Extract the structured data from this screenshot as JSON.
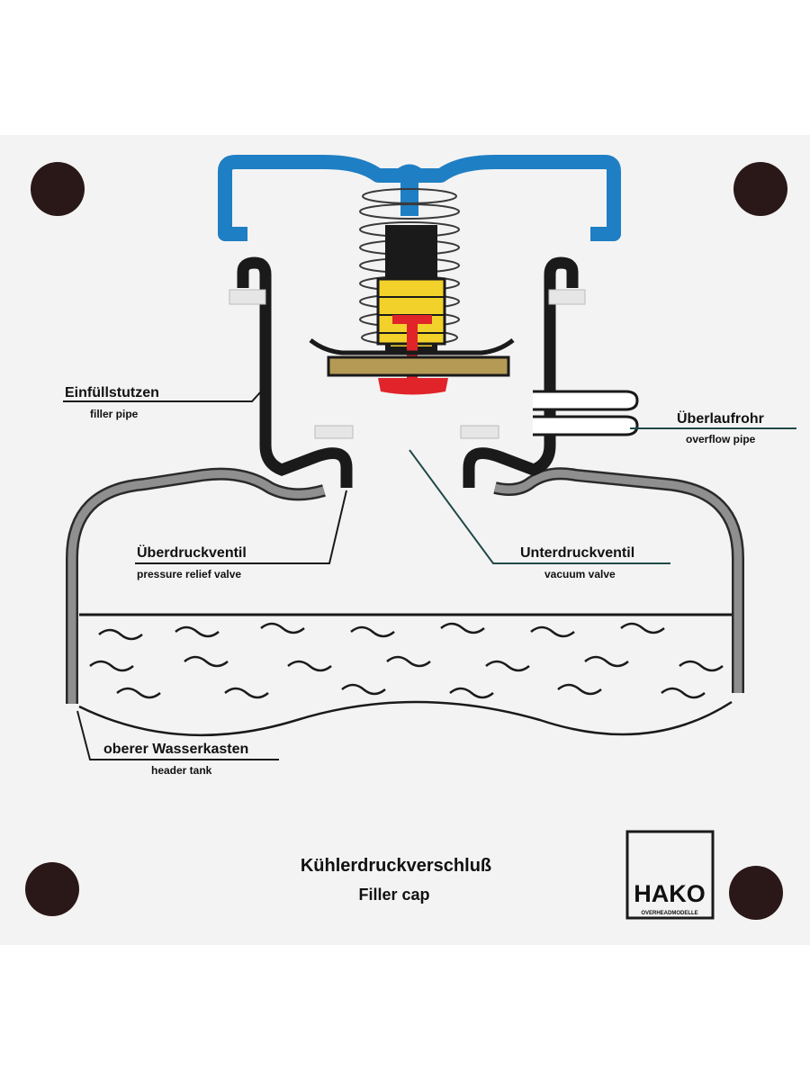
{
  "diagram": {
    "labels": {
      "filler_pipe": {
        "de": "Einfüllstutzen",
        "en": "filler pipe"
      },
      "overflow_pipe": {
        "de": "Überlaufrohr",
        "en": "overflow pipe"
      },
      "pressure_relief_valve": {
        "de": "Überdruckventil",
        "en": "pressure relief valve"
      },
      "vacuum_valve": {
        "de": "Unterdruckventil",
        "en": "vacuum valve"
      },
      "header_tank": {
        "de": "oberer Wasserkasten",
        "en": "header tank"
      }
    },
    "title": {
      "de": "Kühlerdruckverschluß",
      "en": "Filler cap"
    },
    "logo": {
      "text": "HAKO",
      "subtext": "OVERHEADMODELLE"
    }
  },
  "colors": {
    "panel": "#f4f3f3",
    "cap_blue": "#1f7fc4",
    "valve_yellow": "#f2d22a",
    "valve_red": "#e0242a",
    "metal_dark": "#1a1a1a",
    "tank_gray": "#8f8f8f",
    "seal_brown": "#b49a55",
    "screw": "#2a1818",
    "label_line_teal": "#1f4a48"
  }
}
